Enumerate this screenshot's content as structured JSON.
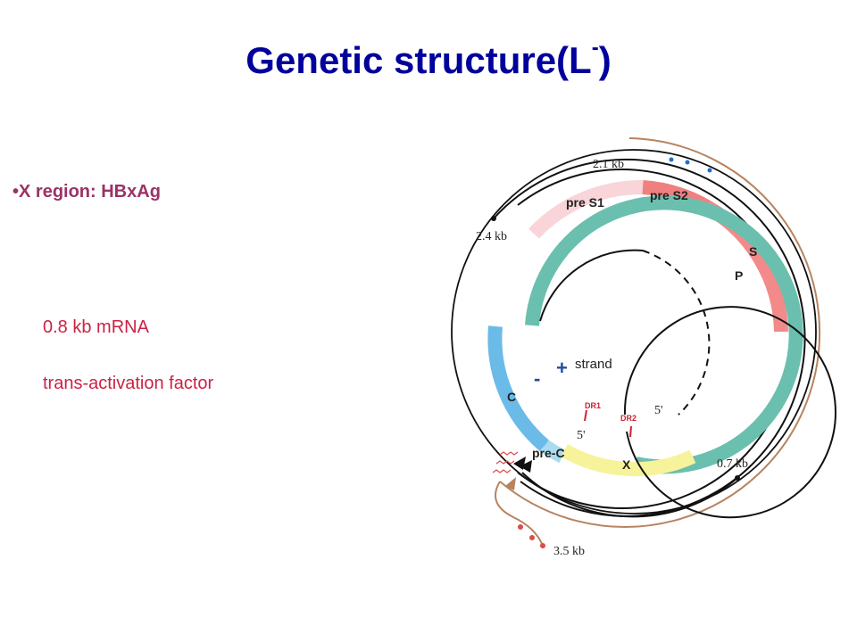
{
  "slide": {
    "title_main": "Genetic structure(L",
    "title_sup": "-",
    "title_end": ")",
    "bullet_marker": "•",
    "bullet_text": "X region: HBxAg",
    "line1": "0.8 kb mRNA",
    "line2": "trans-activation factor"
  },
  "diagram": {
    "labels": {
      "kb_2_1": "2.1 kb",
      "kb_2_4": "2.4 kb",
      "kb_0_7": "0.7 kb",
      "kb_3_5": "3.5 kb",
      "pre_s1": "pre S1",
      "pre_s2": "pre S2",
      "s": "S",
      "p": "P",
      "c": "C",
      "pre_c": "pre-C",
      "x": "X",
      "plus": "+",
      "minus": "-",
      "strand": "strand",
      "dr1": "DR1",
      "dr2": "DR2",
      "five_prime_a": "5'",
      "five_prime_b": "5'"
    },
    "colors": {
      "pre_s1": "#f9d4d8",
      "pre_s2": "#f08080",
      "s": "#f28a8a",
      "p": "#6bbfae",
      "c": "#6bbbe8",
      "pre_c": "#a9dcf0",
      "x": "#f7f39a",
      "transcript": "#b8835f",
      "blue_dot": "#1f6fc7",
      "red_dot": "#e04a4a"
    }
  }
}
